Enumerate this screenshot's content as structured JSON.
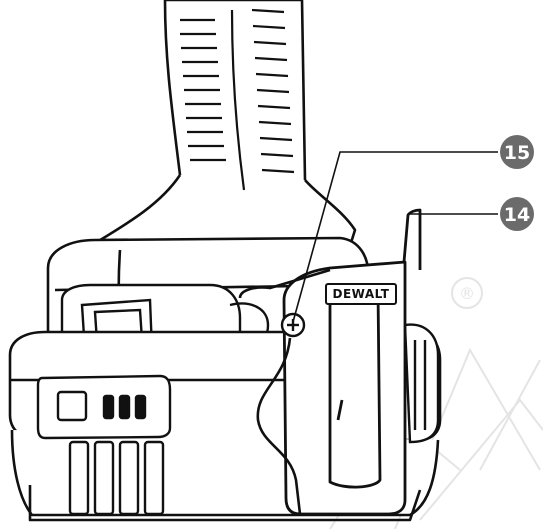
{
  "figure": {
    "brand_logo_text": "DEWALT",
    "callouts": [
      {
        "number": "15",
        "part": "screw"
      },
      {
        "number": "14",
        "part": "belt-hook"
      }
    ],
    "colors": {
      "ink": "#111111",
      "paper": "#ffffff",
      "callout_fill": "#6b6b6b",
      "callout_text": "#ffffff",
      "watermark": "#cfcfcf"
    },
    "registered_mark": "®"
  }
}
